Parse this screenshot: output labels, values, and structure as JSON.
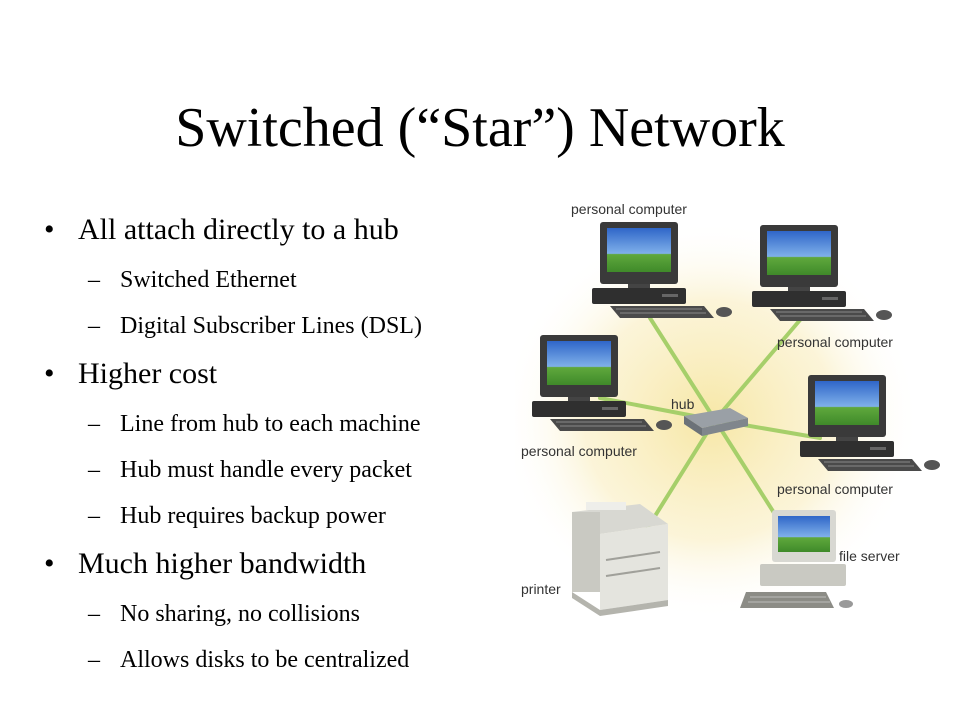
{
  "title": "Switched (“Star”) Network",
  "bullets": [
    {
      "text": "All attach directly to a hub",
      "sub": [
        "Switched Ethernet",
        "Digital Subscriber Lines (DSL)"
      ]
    },
    {
      "text": "Higher cost",
      "sub": [
        "Line from hub to each machine",
        "Hub must handle every packet",
        "Hub requires backup power"
      ]
    },
    {
      "text": "Much higher bandwidth",
      "sub": [
        "No sharing, no collisions",
        "Allows disks to be centralized"
      ]
    }
  ],
  "diagram": {
    "labels": {
      "pc_top": "personal computer",
      "pc_right_top": "personal computer",
      "pc_left": "personal computer",
      "pc_right_bottom": "personal computer",
      "hub": "hub",
      "file_server": "file server",
      "printer": "printer"
    },
    "colors": {
      "cable": "#a6cf6a",
      "glow": "#f7e7a6",
      "screen": "#2f66c8",
      "grass": "#5fa83c"
    }
  }
}
